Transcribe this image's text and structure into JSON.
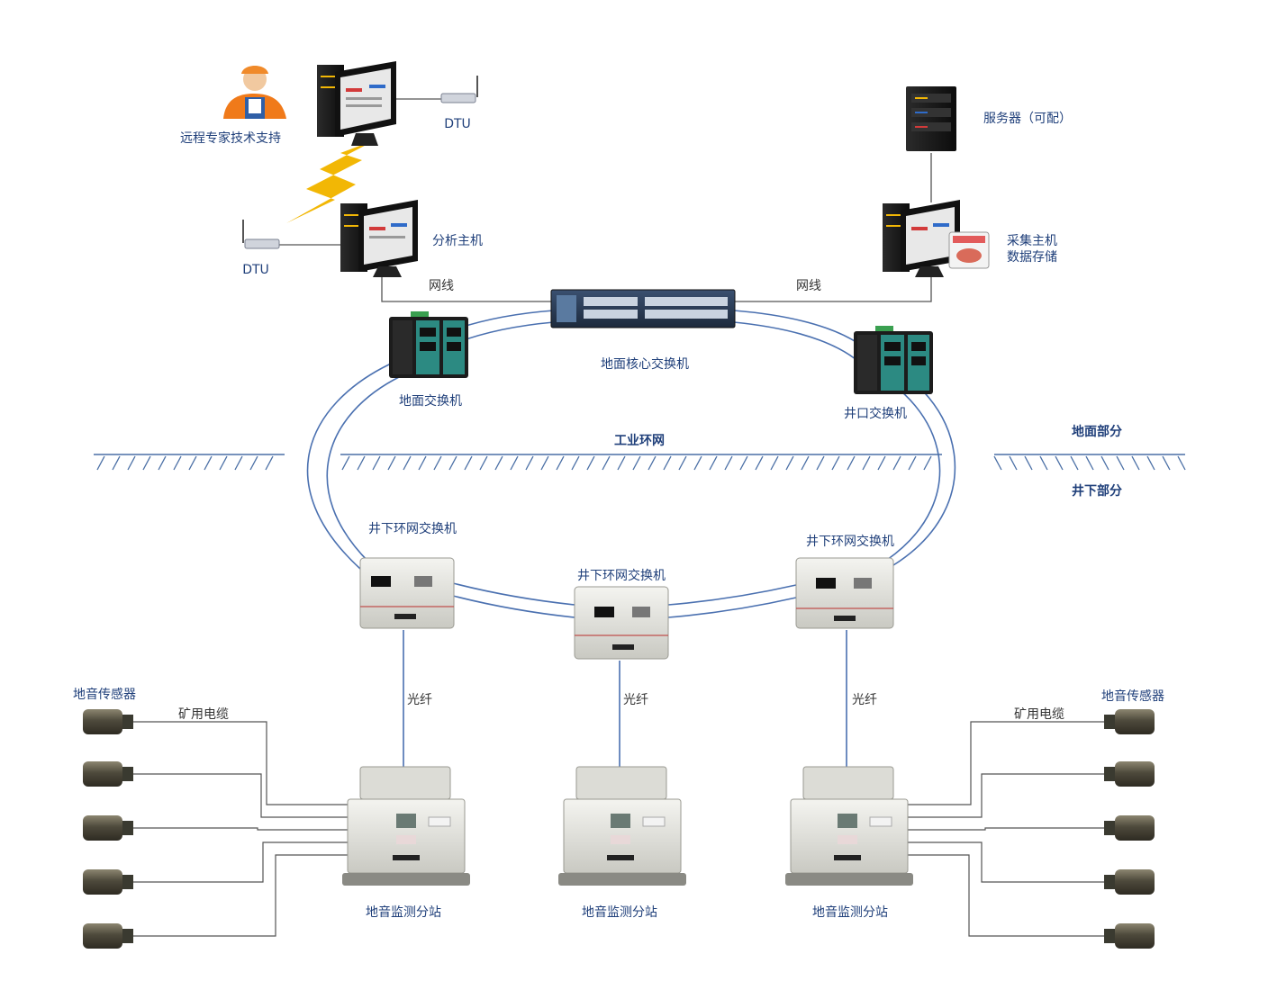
{
  "colors": {
    "label": "#1f3f7a",
    "label_dark": "#333333",
    "ring": "#4a70b0",
    "wire": "#555555",
    "ground": "#4a6fa5",
    "lightning": "#f2b705"
  },
  "surface": {
    "expert": "远程专家技术支持",
    "dtu_top": "DTU",
    "dtu_left": "DTU",
    "analysis_host": "分析主机",
    "server": "服务器（可配）",
    "collect_host_1": "采集主机",
    "collect_host_2": "数据存储",
    "net_left": "网线",
    "net_right": "网线",
    "core_switch": "地面核心交换机",
    "ground_switch": "地面交换机",
    "shaft_switch": "井口交换机",
    "ring_net": "工业环网",
    "above": "地面部分",
    "below": "井下部分"
  },
  "underground": {
    "ring_switch_left": "井下环网交换机",
    "ring_switch_mid": "井下环网交换机",
    "ring_switch_right": "井下环网交换机",
    "fiber_left": "光纤",
    "fiber_mid": "光纤",
    "fiber_right": "光纤",
    "sensor_left": "地音传感器",
    "sensor_right": "地音传感器",
    "cable_left": "矿用电缆",
    "cable_right": "矿用电缆",
    "substation_left": "地音监测分站",
    "substation_mid": "地音监测分站",
    "substation_right": "地音监测分站"
  }
}
